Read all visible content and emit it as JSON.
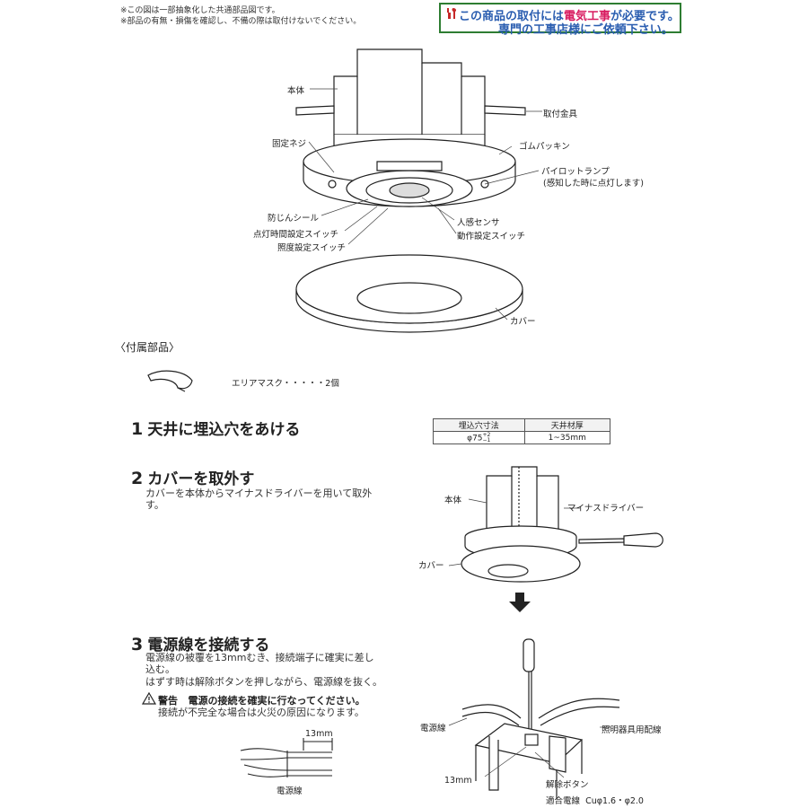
{
  "notes": {
    "line1": "※この図は一部抽象化した共通部品図です。",
    "line2": "※部品の有無・損傷を確認し、不備の際は取付けないでください。"
  },
  "warning_box": {
    "pre": "この商品の取付には",
    "highlight": "電気工事",
    "post": "が必要です。",
    "line2": "専門の工事店様にご依頼下さい。"
  },
  "diagram_labels": {
    "hontai": "本体",
    "toritsuke_kanagu": "取付金具",
    "kotei_neji": "固定ネジ",
    "gomu_packing": "ゴムパッキン",
    "pilot_lamp": "パイロットランプ",
    "pilot_lamp_note": "(感知した時に点灯します)",
    "bojin_seal": "防じんシール",
    "tento_jikan": "点灯時間設定スイッチ",
    "jinkan_sensor": "人感センサ",
    "dosa_settei": "動作設定スイッチ",
    "shodo_settei": "照度設定スイッチ",
    "cover": "カバー"
  },
  "accessories": {
    "heading": "〈付属部品〉",
    "item": "エリアマスク・・・・・2個"
  },
  "steps": [
    {
      "num": "1",
      "title": "天井に埋込穴をあける"
    },
    {
      "num": "2",
      "title": "カバーを取外す",
      "body1": "カバーを本体からマイナスドライバーを用いて取外",
      "body2": "す。"
    },
    {
      "num": "3",
      "title": "電源線を接続する",
      "body1": "電源線の被覆を13mmむき、接続端子に確実に差し",
      "body2": "込む。",
      "body3": "はずす時は解除ボタンを押しながら、電源線を抜く。",
      "warn_label": "警告",
      "warn_text": "電源の接続を確実に行なってください。",
      "warn_sub": "接続が不完全な場合は火災の原因になります。"
    }
  ],
  "spec_table": {
    "headers": [
      "埋込穴寸法",
      "天井材厚"
    ],
    "hole": "φ75",
    "tol_plus": "+2",
    "tol_minus": "−1",
    "thickness": "1~35mm"
  },
  "step2_labels": {
    "hontai": "本体",
    "driver": "マイナスドライバー",
    "cover": "カバー"
  },
  "step3_labels": {
    "dimension": "13mm",
    "dengensen": "電源線",
    "dengensen2": "電源線",
    "shomei_haisen": "照明器具用配線",
    "dimension2": "13mm",
    "kaijo_button": "解除ボタン",
    "tekigo_label": "適合電線",
    "tekigo_value": "Cuφ1.6・φ2.0"
  },
  "icons": [
    "warning-triangle-icon",
    "tools-icon",
    "down-arrow-icon"
  ]
}
